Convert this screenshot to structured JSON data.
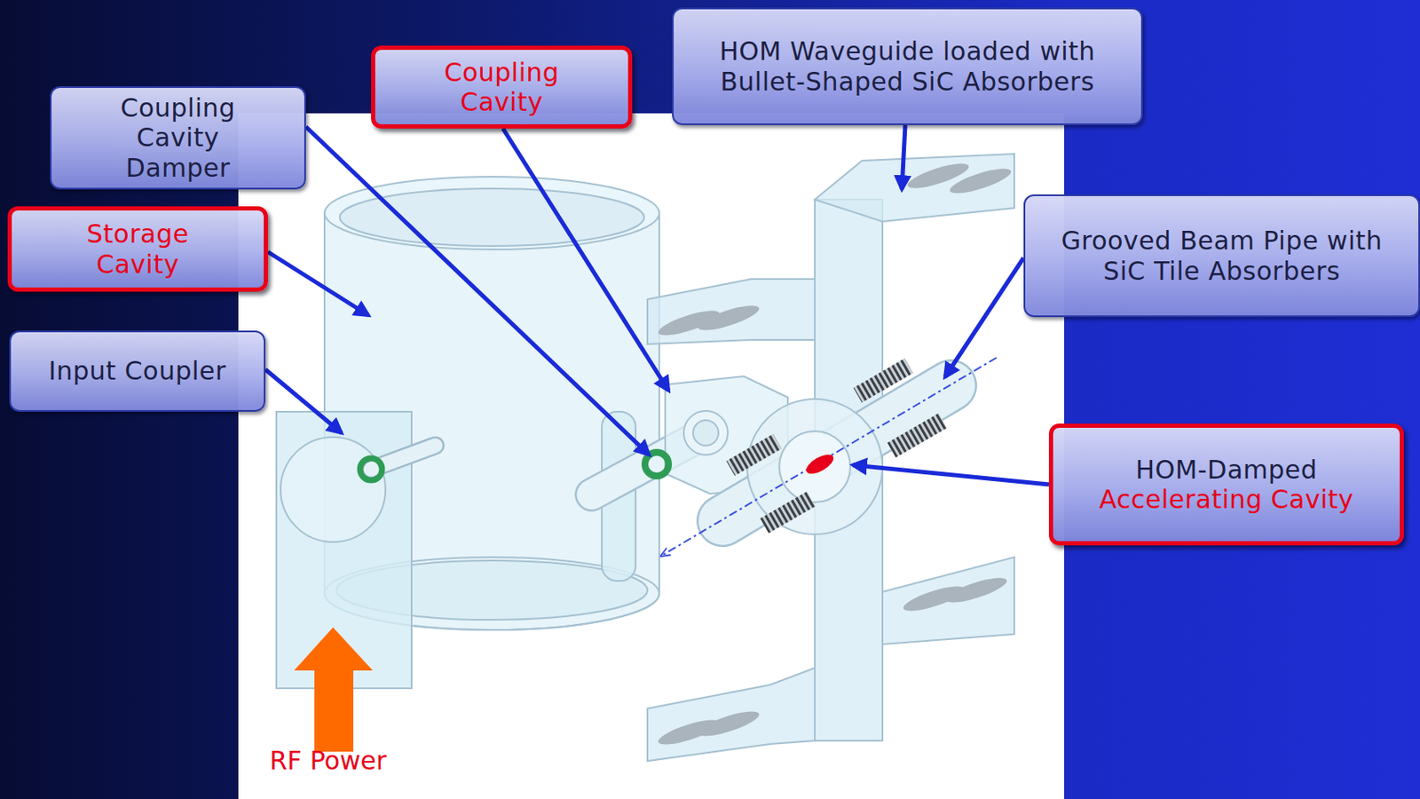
{
  "diagram": {
    "nodes": [
      {
        "text": [
          "Coupling Cavity Damper"
        ]
      },
      {
        "text": [
          "Coupling Cavity"
        ]
      },
      {
        "text": [
          "HOM Waveguide loaded with Bullet-Shaped SiC Absorbers"
        ]
      },
      {
        "text": [
          "Storage Cavity"
        ]
      },
      {
        "text": [
          "Input Coupler"
        ]
      },
      {
        "text": [
          "Grooved Beam Pipe with SiC Tile Absorbers"
        ]
      },
      {
        "text": [
          "HOM-Damped",
          "Accelerating Cavity"
        ]
      }
    ],
    "labels": [
      "RF Power"
    ]
  }
}
